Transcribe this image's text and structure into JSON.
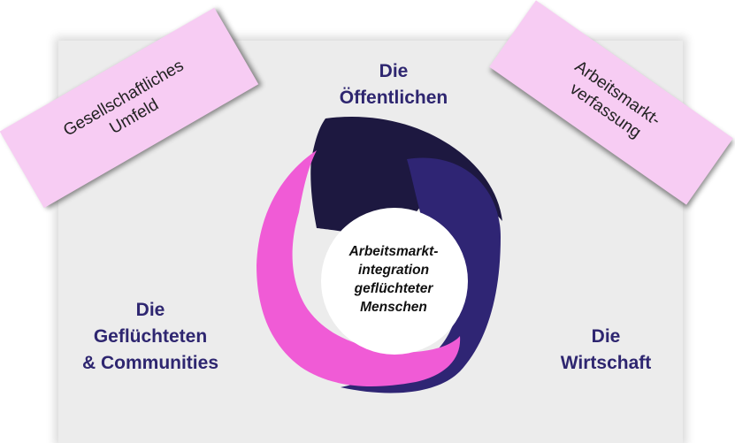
{
  "colors": {
    "panel": "#ececec",
    "arc_dark": "#1d1840",
    "arc_purple": "#2f2574",
    "arc_pink": "#f05bd6",
    "label_text": "#2e2670",
    "note": "#f7ccf3"
  },
  "center": {
    "lines": [
      "Arbeitsmarkt-",
      "integration",
      "geflüchteter",
      "Menschen"
    ]
  },
  "actors": {
    "public": [
      "Die",
      "Öffentlichen"
    ],
    "refugees": [
      "Die",
      "Geflüchteten",
      "& Communities"
    ],
    "economy": [
      "Die",
      "Wirtschaft"
    ]
  },
  "notes": {
    "society": [
      "Gesellschaftliches",
      "Umfeld"
    ],
    "labour": [
      "Arbeitsmarkt-",
      "verfassung"
    ]
  }
}
